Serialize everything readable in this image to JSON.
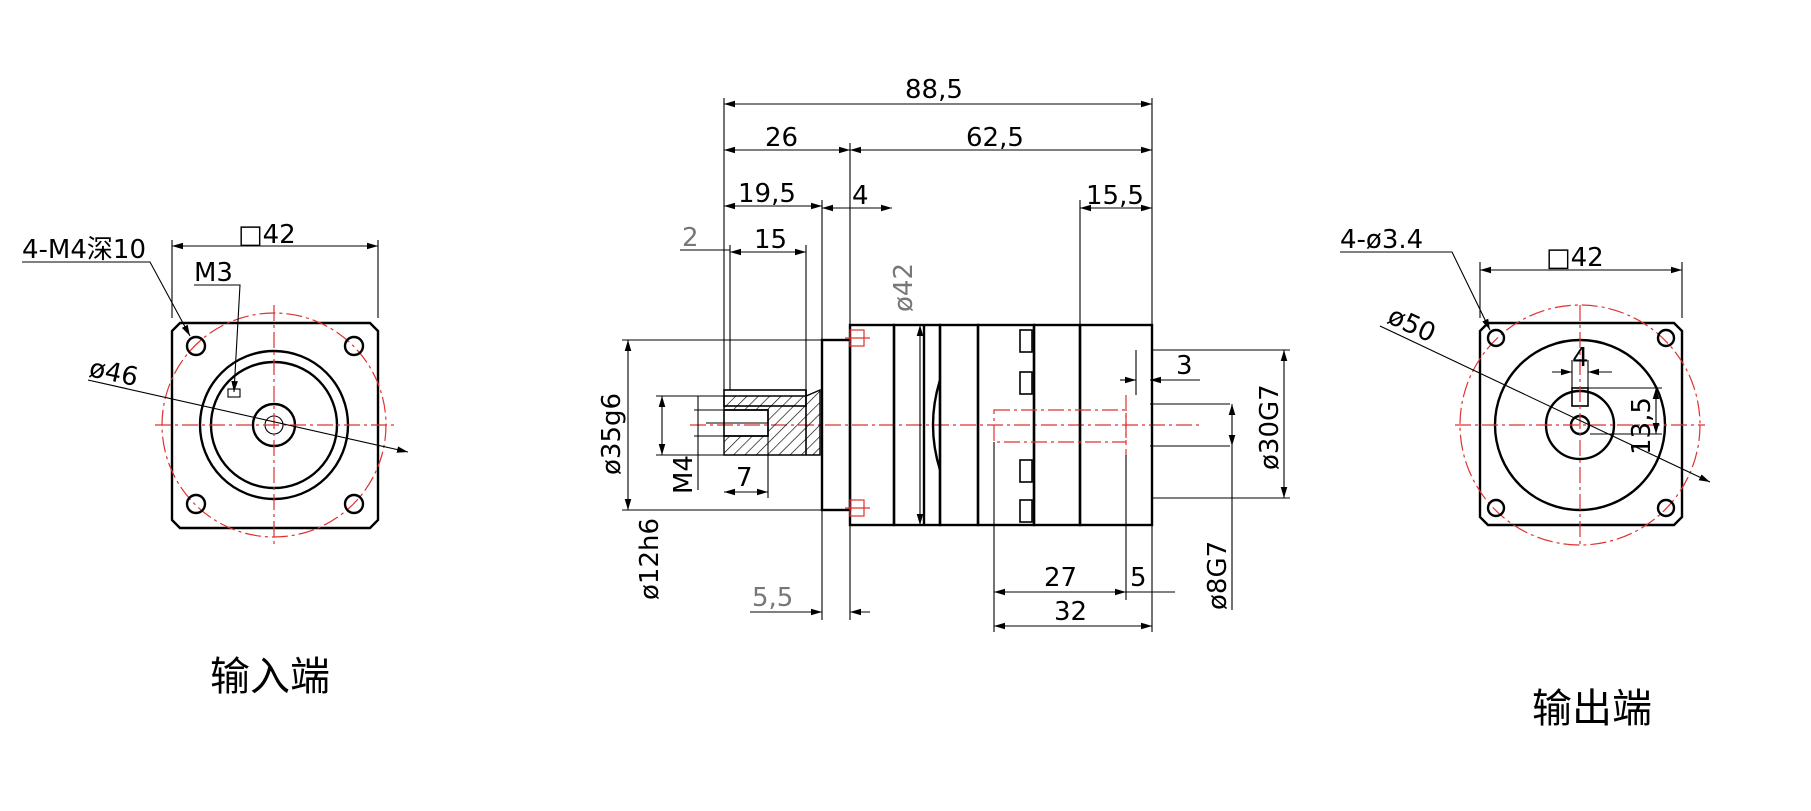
{
  "input_view": {
    "bolt_note": "4-M4深10",
    "square_size": "□42",
    "thread_note": "M3",
    "pcd": "ø46",
    "caption": "输入端"
  },
  "side_view": {
    "dims": {
      "overall_length": "88,5",
      "input_section": "26",
      "output_section": "62,5",
      "motor_spigot": "19,5",
      "flange_thickness": "4",
      "output_shaft_length": "15,5",
      "spigot_step": "2",
      "shaft_bore": "15",
      "flange_dia": "ø42",
      "output_spigot_dia": "ø35g6",
      "input_bore_dia": "ø12h6",
      "set_screw": "M4",
      "screw_offset": "7",
      "spigot_offset": "5,5",
      "key_width": "3",
      "output_pilot_dia": "ø30G7",
      "shaft_key_length": "27",
      "shaft_end": "5",
      "shaft_length": "32",
      "shaft_dia": "ø8G7"
    }
  },
  "output_view": {
    "hole_note": "4-ø3.4",
    "square_size": "□42",
    "pcd": "ø50",
    "key_width": "4",
    "key_height": "13,5",
    "caption": "输出端"
  }
}
